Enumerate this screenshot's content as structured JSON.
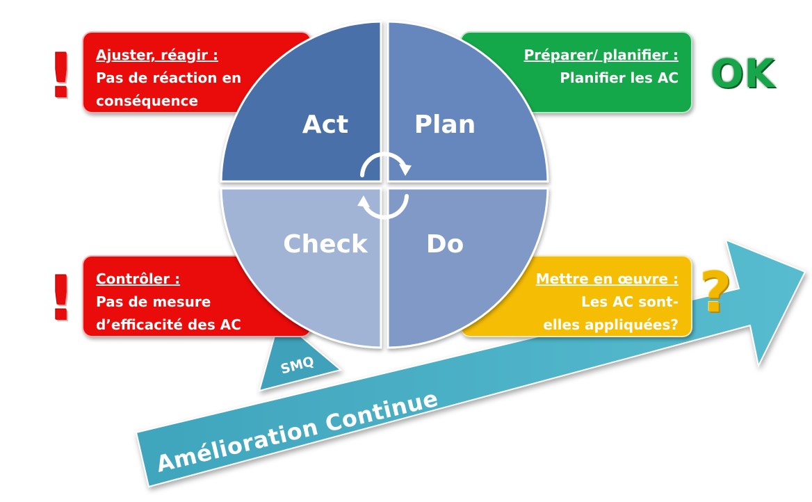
{
  "act": {
    "quadrant_label": "Act",
    "heading": "Ajuster, réagir :",
    "lines": [
      "Pas de réaction en",
      "conséquence"
    ]
  },
  "plan": {
    "quadrant_label": "Plan",
    "heading": "Préparer/ planifier :",
    "lines": [
      "Planifier les AC"
    ],
    "status": "OK"
  },
  "check": {
    "quadrant_label": "Check",
    "heading": "Contrôler :",
    "lines": [
      "Pas de mesure",
      "d’efficacité des AC"
    ]
  },
  "do": {
    "quadrant_label": "Do",
    "heading": "Mettre en œuvre :",
    "lines": [
      "Les AC sont-",
      "elles appliquées?"
    ],
    "status": "?"
  },
  "warning_mark": "!",
  "smq_label": "SMQ",
  "arrow_label": "Amélioration Continue",
  "colors": {
    "red": "#ea0b0b",
    "green": "#15a84a",
    "yellow": "#f6bd05",
    "act": "#4a70a8",
    "plan": "#6687bd",
    "check": "#a2b4d6",
    "do": "#8099c7",
    "arrow": "#4bb0c6"
  }
}
